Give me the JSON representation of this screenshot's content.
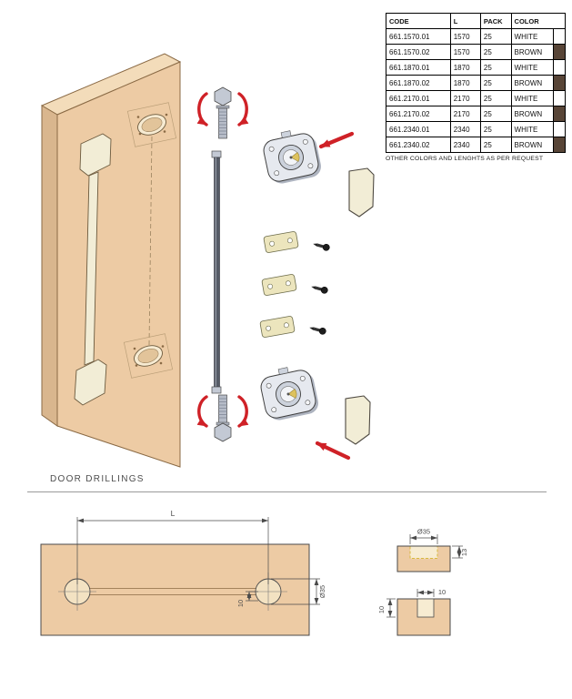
{
  "table": {
    "headers": {
      "code": "CODE",
      "l": "L",
      "pack": "PACK",
      "color": "COLOR"
    },
    "rows": [
      {
        "code": "661.1570.01",
        "l": "1570",
        "pack": "25",
        "color": "WHITE",
        "swatch": "#ffffff"
      },
      {
        "code": "661.1570.02",
        "l": "1570",
        "pack": "25",
        "color": "BROWN",
        "swatch": "#584537"
      },
      {
        "code": "661.1870.01",
        "l": "1870",
        "pack": "25",
        "color": "WHITE",
        "swatch": "#ffffff"
      },
      {
        "code": "661.1870.02",
        "l": "1870",
        "pack": "25",
        "color": "BROWN",
        "swatch": "#584537"
      },
      {
        "code": "661.2170.01",
        "l": "2170",
        "pack": "25",
        "color": "WHITE",
        "swatch": "#ffffff"
      },
      {
        "code": "661.2170.02",
        "l": "2170",
        "pack": "25",
        "color": "BROWN",
        "swatch": "#584537"
      },
      {
        "code": "661.2340.01",
        "l": "2340",
        "pack": "25",
        "color": "WHITE",
        "swatch": "#ffffff"
      },
      {
        "code": "661.2340.02",
        "l": "2340",
        "pack": "25",
        "color": "BROWN",
        "swatch": "#584537"
      }
    ],
    "note": "OTHER COLORS AND LENGHTS AS PER REQUEST"
  },
  "sections": {
    "door_drillings": "DOOR DRILLINGS"
  },
  "dimensions": {
    "length_label": "L",
    "hole_diameter": "Ø35",
    "plan_offset": "10",
    "detail_diameter": "Ø35",
    "detail_depth": "13",
    "groove_width": "10",
    "groove_depth": "10"
  },
  "colors": {
    "wood": "#edcba4",
    "wood_dark": "#d9b68e",
    "wood_light": "#f3dcba",
    "cream": "#f2edd6",
    "accent_red": "#cf2127",
    "brass": "#ddc25e",
    "metal": "#e6e9ef",
    "swatch_brown": "#584537"
  }
}
